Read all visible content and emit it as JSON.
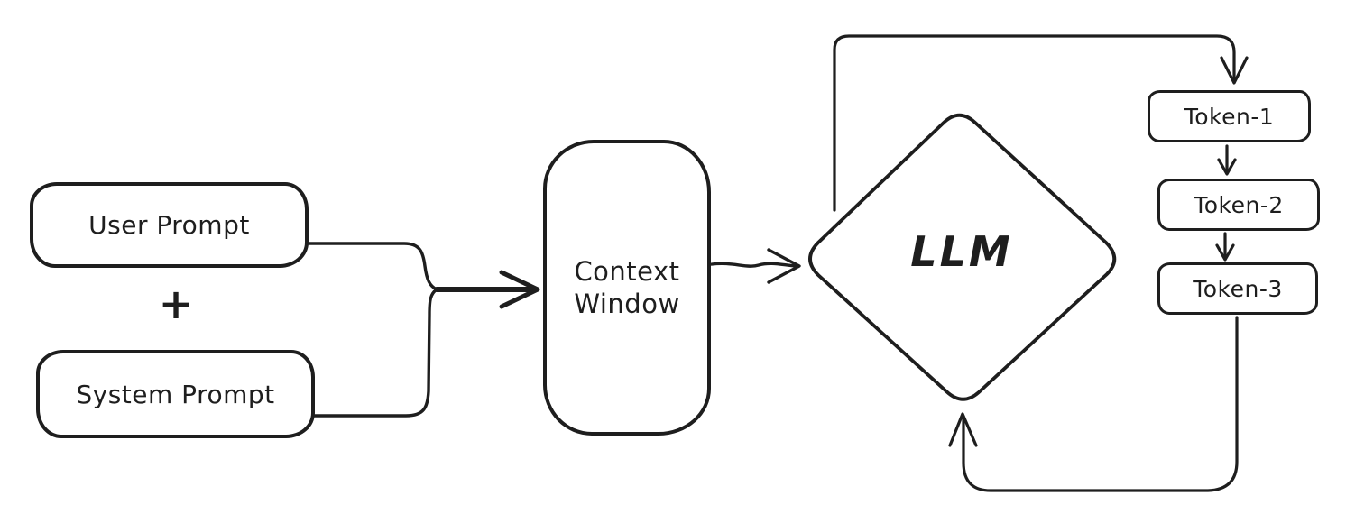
{
  "diagram": {
    "background_color": "#ffffff",
    "stroke_color": "#1e1e1e",
    "nodes": {
      "user_prompt": {
        "label": "User Prompt",
        "shape": "rounded-rectangle"
      },
      "plus_operator": {
        "label": "+"
      },
      "system_prompt": {
        "label": "System Prompt",
        "shape": "rounded-rectangle"
      },
      "context_window": {
        "label": "Context Window",
        "shape": "rounded-rectangle"
      },
      "llm": {
        "label": "LLM",
        "shape": "diamond"
      },
      "token_1": {
        "label": "Token-1",
        "shape": "rounded-rectangle"
      },
      "token_2": {
        "label": "Token-2",
        "shape": "rounded-rectangle"
      },
      "token_3": {
        "label": "Token-3",
        "shape": "rounded-rectangle"
      }
    },
    "edges": [
      {
        "from": "user_prompt",
        "to": "context_window",
        "style": "merged-arrow"
      },
      {
        "from": "system_prompt",
        "to": "context_window",
        "style": "merged-arrow"
      },
      {
        "from": "context_window",
        "to": "llm",
        "style": "arrow"
      },
      {
        "from": "llm",
        "to": "token_1",
        "style": "loop-arrow-top"
      },
      {
        "from": "token_1",
        "to": "token_2",
        "style": "arrow"
      },
      {
        "from": "token_2",
        "to": "token_3",
        "style": "arrow"
      },
      {
        "from": "token_3",
        "to": "llm",
        "style": "loop-arrow-bottom"
      }
    ]
  }
}
